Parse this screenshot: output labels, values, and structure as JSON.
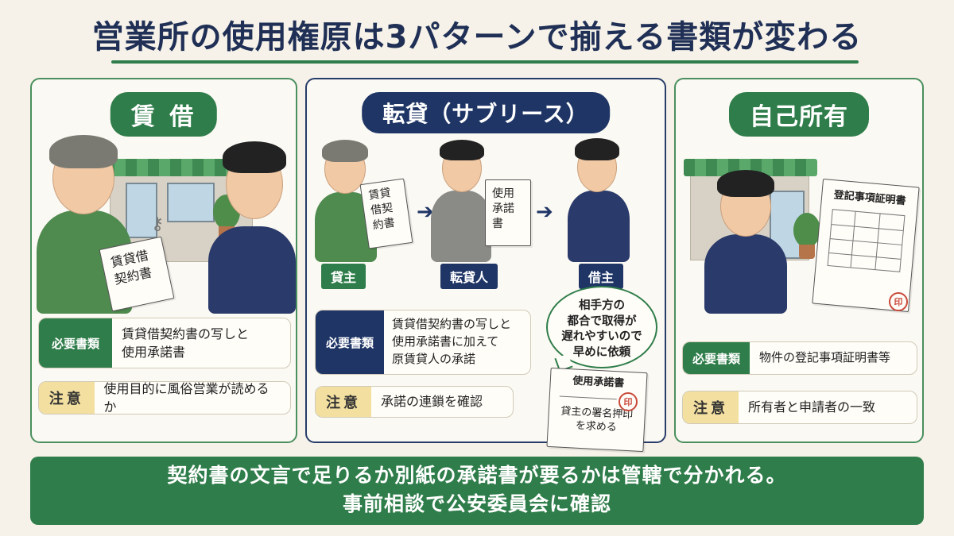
{
  "title": "営業所の使用権原は3パターンで揃える書類が変わる",
  "panels": {
    "lease": {
      "heading": "賃 借",
      "doc_text": "賃貸借契約書",
      "required_label": "必要書類",
      "required_text_1": "賃貸借契約書の写しと",
      "required_text_2": "使用承諾書",
      "note_label": "注意",
      "note_text": "使用目的に風俗営業が読めるか"
    },
    "sublease": {
      "heading": "転貸（サブリース）",
      "doc1_text": "賃貸借契約書",
      "doc2_text": "使用承諾書",
      "roles": [
        "貸主",
        "転貸人",
        "借主"
      ],
      "required_label": "必要書類",
      "required_text_1": "賃貸借契約書の写しと",
      "required_text_2": "使用承諾書に加えて",
      "required_text_3": "原賃貸人の承諾",
      "note_label": "注意",
      "note_text": "承諾の連鎖を確認",
      "bubble_1": "相手方の",
      "bubble_2": "都合で取得が",
      "bubble_3": "遅れやすいので",
      "bubble_4": "早めに依頼",
      "consent_doc_title": "使用承諾書",
      "consent_doc_note_1": "貸主の署名押印",
      "consent_doc_note_2": "を求める",
      "seal_text": "印"
    },
    "owned": {
      "heading": "自己所有",
      "doc_title": "登記事項証明書",
      "seal_text": "印",
      "required_label": "必要書類",
      "required_text": "物件の登記事項証明書等",
      "note_label": "注意",
      "note_text": "所有者と申請者の一致"
    }
  },
  "footer": {
    "line1": "契約書の文言で足りるか別紙の承諾書が要るかは管轄で分かれる。",
    "line2": "事前相談で公安委員会に確認"
  },
  "colors": {
    "green": "#2f7d4a",
    "navy": "#1f3566",
    "note_yellow": "#f3dfa0",
    "seal_red": "#c94a3a"
  }
}
